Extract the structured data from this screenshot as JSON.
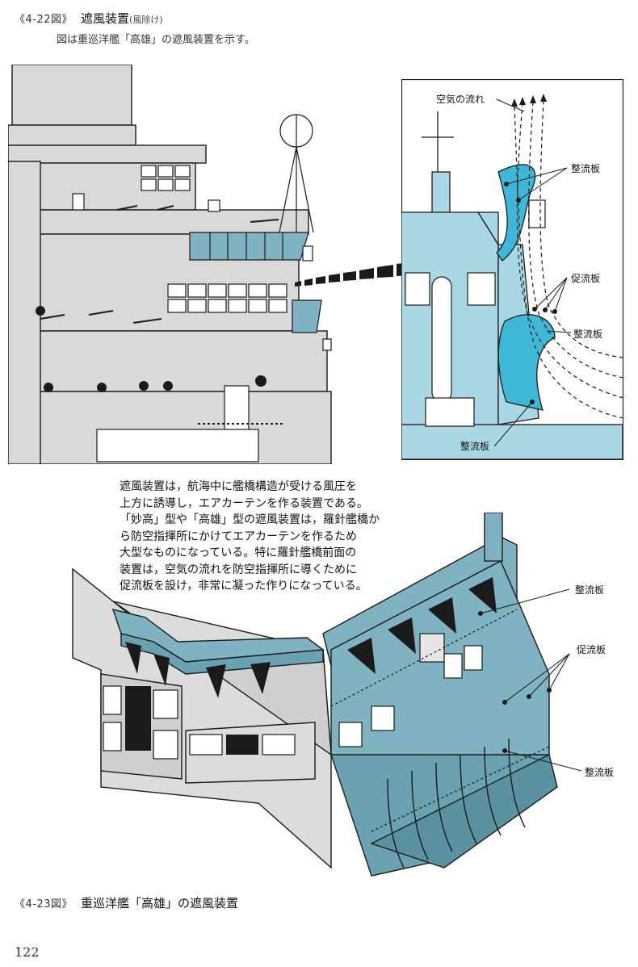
{
  "figure1": {
    "number": "《4-22図》",
    "title": "遮風装置",
    "title_note": "(風除け)",
    "subtitle": "図は重巡洋艦「高雄」の遮風装置を示す。"
  },
  "inset_labels": {
    "air_flow": "空気の流れ",
    "rectifier_upper": "整流板",
    "accelerator": "促流板",
    "rectifier_lower": "整流板",
    "rectifier_bottom": "整流板"
  },
  "body_text": "遮風装置は，航海中に艦橋構造が受ける風圧を\n上方に誘導し，エアカーテンを作る装置である。\n「妙高」型や「高雄」型の遮風装置は，羅針艦橋か\nら防空指揮所にかけてエアカーテンを作るため\n大型なものになっている。特に羅針艦橋前面の\n装置は，空気の流れを防空指揮所に導くために\n促流板を設け，非常に凝った作りになっている。",
  "lower_labels": {
    "rectifier_top": "整流板",
    "accelerator": "促流板",
    "rectifier_bottom": "整流板"
  },
  "figure2": {
    "number": "《4-23図》",
    "title": "重巡洋艦「高雄」の遮風装置"
  },
  "page_number": "122",
  "colors": {
    "steel_gray": "#d9d9d9",
    "screen_blue": "#7fb3c2",
    "flow_cyan": "#3fb8d8",
    "line": "#1a1a1a"
  }
}
